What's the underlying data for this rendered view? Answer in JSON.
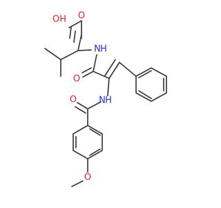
{
  "molecule": {
    "atoms": {
      "oh": {
        "label": "OH",
        "color": "#e8242a"
      },
      "acid_o": {
        "label": "O",
        "color": "#e8242a"
      },
      "amide_nh_top": {
        "label": "N",
        "color": "#2b2bd6",
        "h_label": "H"
      },
      "amide_o_top": {
        "label": "O",
        "color": "#e8242a"
      },
      "amide_nh_mid": {
        "label": "N",
        "color": "#2b2bd6",
        "h_label": "H"
      },
      "benzoyl_o": {
        "label": "O",
        "color": "#e8242a"
      },
      "methoxy_o": {
        "label": "O",
        "color": "#e8242a"
      }
    },
    "bond_color": "#3a3a3a"
  }
}
